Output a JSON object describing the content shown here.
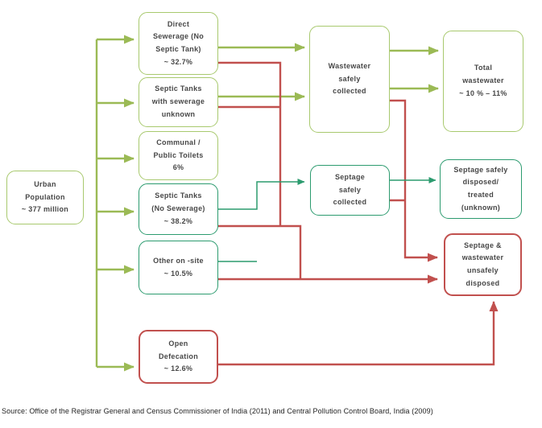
{
  "diagram": {
    "nodes": {
      "urban_population": {
        "label": "Urban\nPopulation\n~ 377 million"
      },
      "direct_sewerage": {
        "label": "Direct\nSewerage (No\nSeptic Tank)\n~ 32.7%"
      },
      "septic_tanks_sewerage_unknown": {
        "label": "Septic Tanks\nwith sewerage\nunknown"
      },
      "communal_public_toilets": {
        "label": "Communal /\nPublic Toilets\n6%"
      },
      "septic_tanks_no_sewerage": {
        "label": "Septic Tanks\n(No Sewerage)\n~ 38.2%"
      },
      "other_on_site": {
        "label": "Other on -site\n~ 10.5%"
      },
      "open_defecation": {
        "label": "Open\nDefecation\n~ 12.6%"
      },
      "wastewater_safely_collected": {
        "label": "Wastewater\nsafely\ncollected"
      },
      "septage_safely_collected": {
        "label": "Septage\nsafely\ncollected"
      },
      "total_wastewater": {
        "label": "Total\nwastewater\n~ 10 % – 11%"
      },
      "septage_safely_disposed": {
        "label": "Septage safely\ndisposed/\ntreated\n(unknown)"
      },
      "septage_wastewater_unsafely_disposed": {
        "label": "Septage &\nwastewater\nunsafely\ndisposed"
      }
    },
    "edges": [
      {
        "from": "urban_population",
        "to": "direct_sewerage",
        "color": "green"
      },
      {
        "from": "urban_population",
        "to": "septic_tanks_sewerage_unknown",
        "color": "green"
      },
      {
        "from": "urban_population",
        "to": "communal_public_toilets",
        "color": "green"
      },
      {
        "from": "urban_population",
        "to": "septic_tanks_no_sewerage",
        "color": "green"
      },
      {
        "from": "urban_population",
        "to": "other_on_site",
        "color": "green"
      },
      {
        "from": "urban_population",
        "to": "open_defecation",
        "color": "green"
      },
      {
        "from": "direct_sewerage",
        "to": "wastewater_safely_collected",
        "color": "green"
      },
      {
        "from": "septic_tanks_sewerage_unknown",
        "to": "wastewater_safely_collected",
        "color": "green"
      },
      {
        "from": "wastewater_safely_collected",
        "to": "total_wastewater",
        "color": "green"
      },
      {
        "from": "septic_tanks_no_sewerage",
        "to": "septage_safely_collected",
        "color": "teal"
      },
      {
        "from": "other_on_site",
        "to": "septage_safely_collected",
        "color": "teal"
      },
      {
        "from": "septage_safely_collected",
        "to": "septage_safely_disposed",
        "color": "teal"
      },
      {
        "from": "direct_sewerage",
        "to": "septage_wastewater_unsafely_disposed",
        "color": "red"
      },
      {
        "from": "septic_tanks_sewerage_unknown",
        "to": "septage_wastewater_unsafely_disposed",
        "color": "red"
      },
      {
        "from": "septic_tanks_no_sewerage",
        "to": "septage_wastewater_unsafely_disposed",
        "color": "red"
      },
      {
        "from": "other_on_site",
        "to": "septage_wastewater_unsafely_disposed",
        "color": "red"
      },
      {
        "from": "wastewater_safely_collected",
        "to": "septage_wastewater_unsafely_disposed",
        "color": "red"
      },
      {
        "from": "septage_safely_collected",
        "to": "septage_wastewater_unsafely_disposed",
        "color": "red"
      },
      {
        "from": "open_defecation",
        "to": "septage_wastewater_unsafely_disposed",
        "color": "red"
      }
    ],
    "colors": {
      "green_arrow": "#9bba55",
      "green_border": "#a8c96e",
      "teal": "#2c9b6f",
      "red": "#c1504e",
      "text": "#474747"
    },
    "source_note": "Source:  Office of the Registrar General and Census Commissioner of India (2011) and Central Pollution Control Board, India (2009)"
  }
}
